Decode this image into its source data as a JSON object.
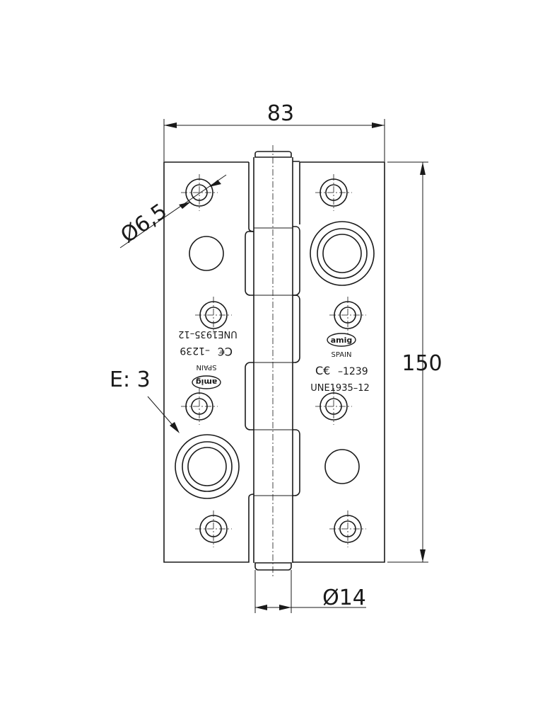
{
  "dimensions": {
    "width": "83",
    "height": "150",
    "hole_diameter": "Ø6,5",
    "pin_diameter": "Ø14",
    "thickness": "E: 3"
  },
  "markings": {
    "logo": "amig",
    "country": "SPAIN",
    "ce": "C€",
    "ce_number": "–1239",
    "standard": "UNE1935–12"
  }
}
